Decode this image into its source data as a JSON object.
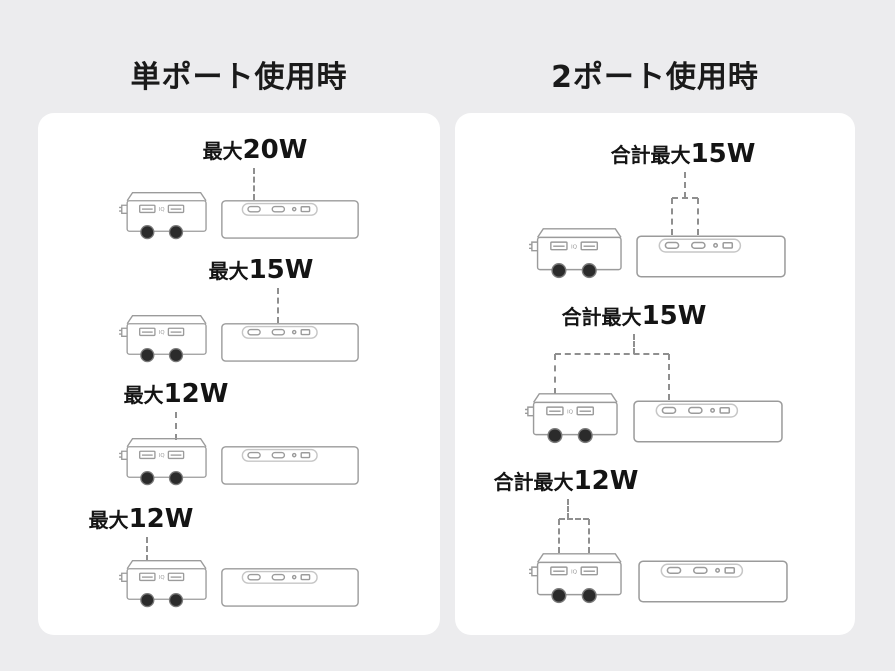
{
  "colors": {
    "background": "#ececee",
    "panel": "#ffffff",
    "text": "#141414",
    "outline": "#9b9b9b",
    "dash": "#8f8f8f",
    "outlet": "#2b2b2b"
  },
  "device": {
    "iq_mark": "IQ"
  },
  "single_port": {
    "heading": "単ポート使用時",
    "rows": [
      {
        "prefix": "最大",
        "value": "20W"
      },
      {
        "prefix": "最大",
        "value": "15W"
      },
      {
        "prefix": "最大",
        "value": "12W"
      },
      {
        "prefix": "最大",
        "value": "12W"
      }
    ]
  },
  "dual_port": {
    "heading": "2ポート使用時",
    "rows": [
      {
        "prefix": "合計最大",
        "value": "15W"
      },
      {
        "prefix": "合計最大",
        "value": "15W"
      },
      {
        "prefix": "合計最大",
        "value": "12W"
      }
    ]
  }
}
